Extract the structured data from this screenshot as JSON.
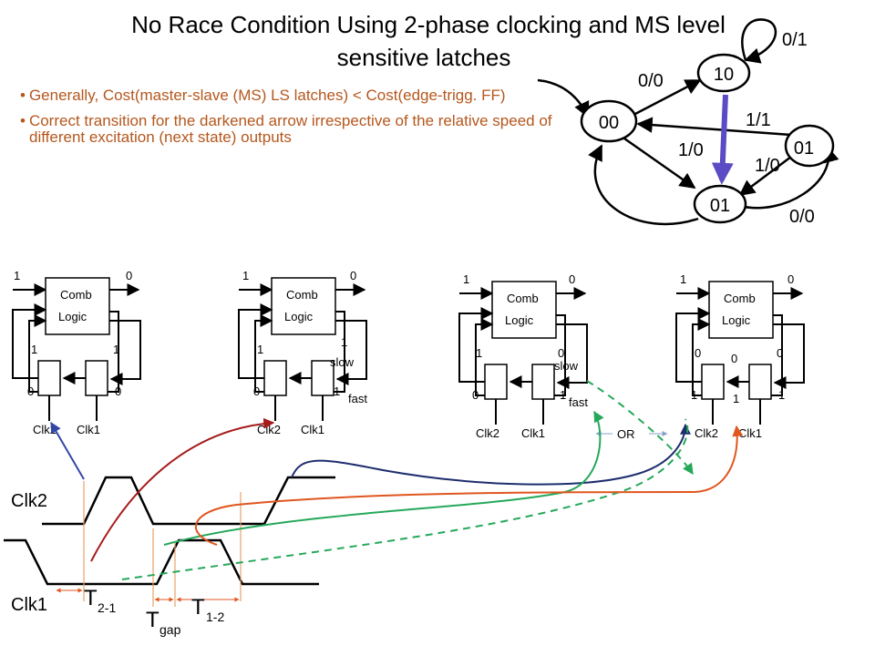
{
  "slide": {
    "title_line1": "No Race Condition Using 2-phase clocking and MS level",
    "title_line2": "sensitive latches",
    "bullets": [
      "Generally, Cost(master-slave (MS) LS latches) < Cost(edge-trigg. FF)",
      "Correct transition for the darkened arrow irrespective of the relative speed of different excitation (next state) outputs"
    ]
  },
  "state_diagram": {
    "states": [
      "00",
      "10",
      "01",
      "01"
    ],
    "edge_labels": {
      "to_10": "0/0",
      "self_loop_10": "0/1",
      "from_01r_to_00": "1/1",
      "from_00_to_01": "1/0",
      "from_01r_to_01": "1/0",
      "self_loop_01": "0/0"
    },
    "highlight_color": "#5b4bc4"
  },
  "circuits": [
    {
      "comb_top": "Comb",
      "comb_bottom": "Logic",
      "in": "1",
      "out": "0",
      "fb_left": "1",
      "fb_right": "1",
      "latch_left": "0",
      "latch_right": "0",
      "clk_left": "Clk2",
      "clk_right": "Clk1",
      "mid": "",
      "slow": "",
      "fast": ""
    },
    {
      "comb_top": "Comb",
      "comb_bottom": "Logic",
      "in": "1",
      "out": "0",
      "fb_left": "1",
      "fb_right": "1",
      "latch_left": "0",
      "latch_right": "1",
      "clk_left": "Clk2",
      "clk_right": "Clk1",
      "mid": "",
      "slow": "slow",
      "fast": "fast"
    },
    {
      "comb_top": "Comb",
      "comb_bottom": "Logic",
      "in": "1",
      "out": "0",
      "fb_left": "1",
      "fb_right": "0",
      "latch_left": "0",
      "latch_right": "1",
      "clk_left": "Clk2",
      "clk_right": "Clk1",
      "mid": "",
      "slow": "slow",
      "fast": "fast"
    },
    {
      "comb_top": "Comb",
      "comb_bottom": "Logic",
      "in": "1",
      "out": "0",
      "fb_left": "0",
      "fb_right": "0",
      "latch_left": "1",
      "latch_right": "1",
      "clk_left": "Clk2",
      "clk_right": "Clk1",
      "mid": "0",
      "mid2": "1",
      "slow": "",
      "fast": ""
    }
  ],
  "or_label": "OR",
  "timing": {
    "clk2_label": "Clk2",
    "clk1_label": "Clk1",
    "t21_main": "T",
    "t21_sub": "2-1",
    "tgap_main": "T",
    "tgap_sub": "gap",
    "t12_main": "T",
    "t12_sub": "1-2"
  },
  "colors": {
    "bullet_text": "#b5571d",
    "arrow_blue": "#3347a8",
    "arrow_red": "#a61b1b",
    "arrow_navy": "#1d2d6e",
    "arrow_green": "#25a85a",
    "arrow_orange": "#e0561f",
    "marker_orange": "#e8a26a"
  }
}
